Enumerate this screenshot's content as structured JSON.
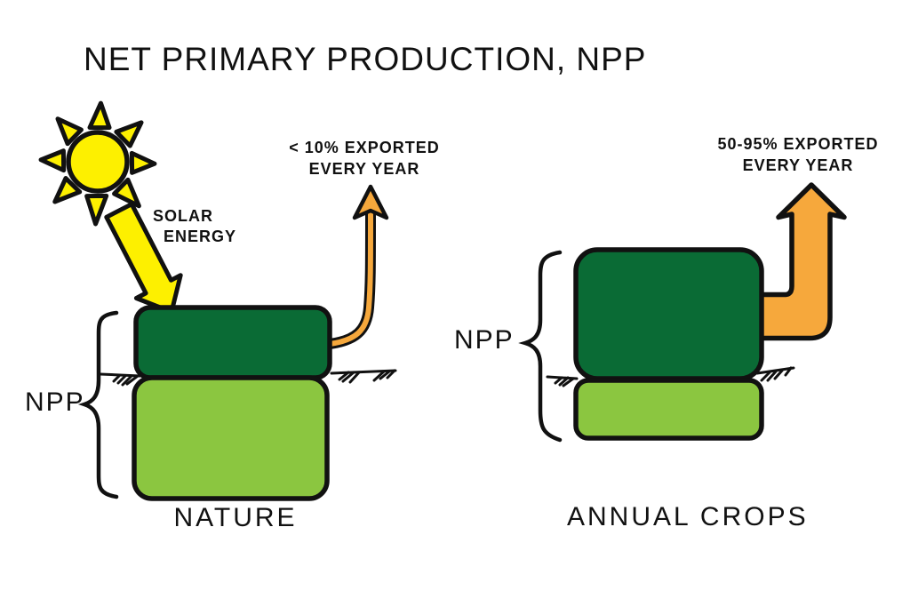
{
  "title": "NET PRIMARY PRODUCTION, NPP",
  "colors": {
    "dark_green": "#0a6b35",
    "light_green": "#8bc640",
    "orange": "#f6a83c",
    "yellow": "#fdf000",
    "ink": "#111111"
  },
  "sun": {
    "label": "SOLAR\n  ENERGY"
  },
  "panels": {
    "nature": {
      "name": "NATURE",
      "npp_label": "NPP",
      "export_note": "< 10% EXPORTED\nEVERY YEAR"
    },
    "annual_crops": {
      "name": "ANNUAL CROPS",
      "npp_label": "NPP",
      "export_note": "50-95% EXPORTED\nEVERY YEAR"
    }
  }
}
